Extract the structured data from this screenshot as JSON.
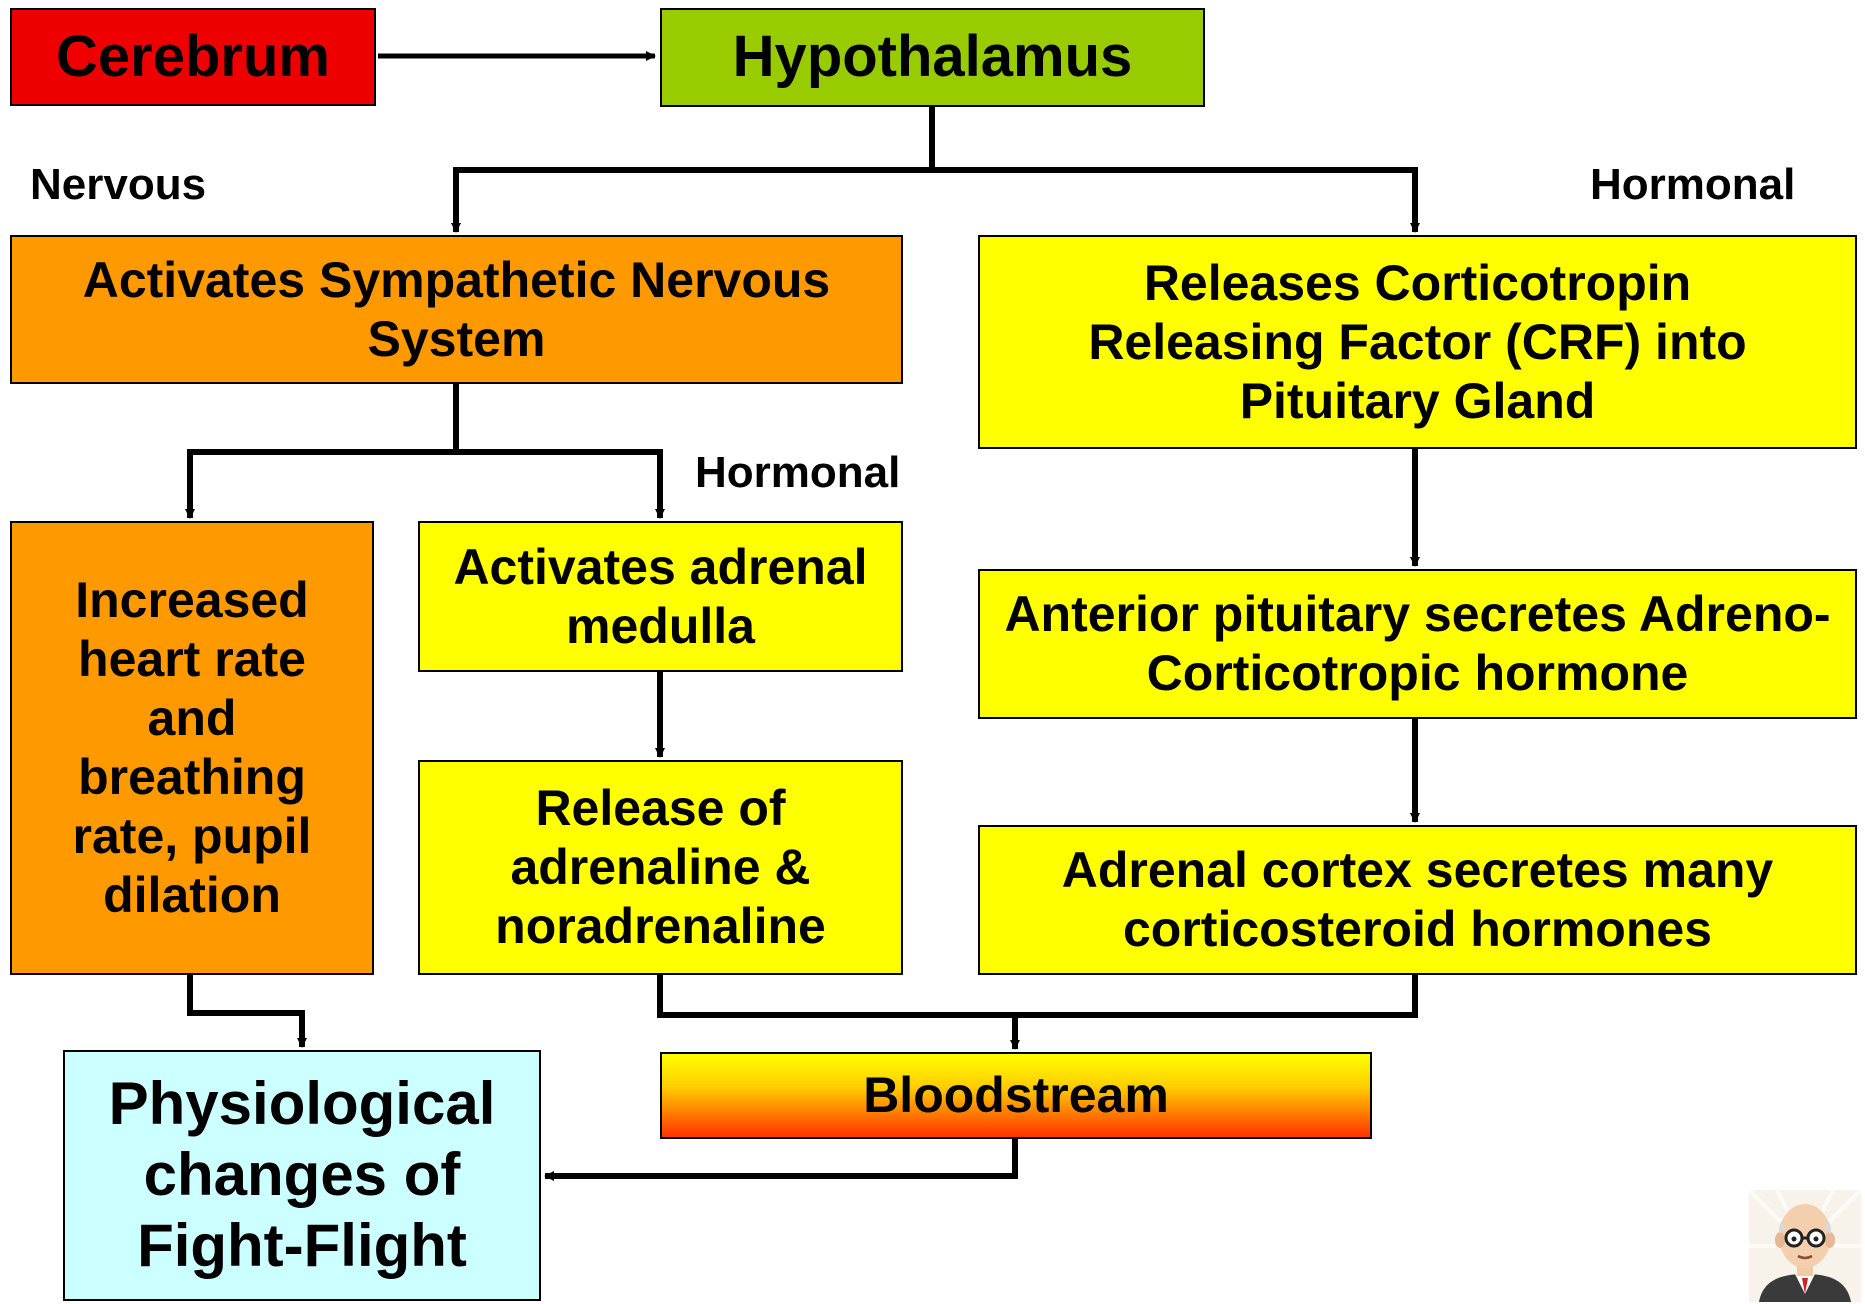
{
  "nodes": {
    "cerebrum": "Cerebrum",
    "hypothalamus": "Hypothalamus",
    "sympathetic": "Activates Sympathetic Nervous System",
    "crf": "Releases Corticotropin Releasing Factor (CRF) into Pituitary Gland",
    "heart_rate": "Increased heart rate and breathing rate, pupil dilation",
    "adrenal_medulla": "Activates adrenal medulla",
    "adrenaline": "Release of adrenaline & noradrenaline",
    "acth": "Anterior pituitary secretes Adreno-Corticotropic hormone",
    "adrenal_cortex": "Adrenal cortex secretes many corticosteroid hormones",
    "bloodstream": "Bloodstream",
    "fight_flight": "Physiological changes of Fight-Flight"
  },
  "labels": {
    "nervous": "Nervous",
    "hormonal_right": "Hormonal",
    "hormonal_middle": "Hormonal"
  },
  "colors": {
    "cerebrum": "#ee0000",
    "hypothalamus": "#99cc00",
    "orange": "#ff9900",
    "yellow": "#ffff00",
    "fight_flight": "#ccffff",
    "bloodstream_top": "#ffff00",
    "bloodstream_bottom": "#ff3300"
  },
  "icons": {
    "avatar": "cartoon-man-with-glasses-icon"
  }
}
